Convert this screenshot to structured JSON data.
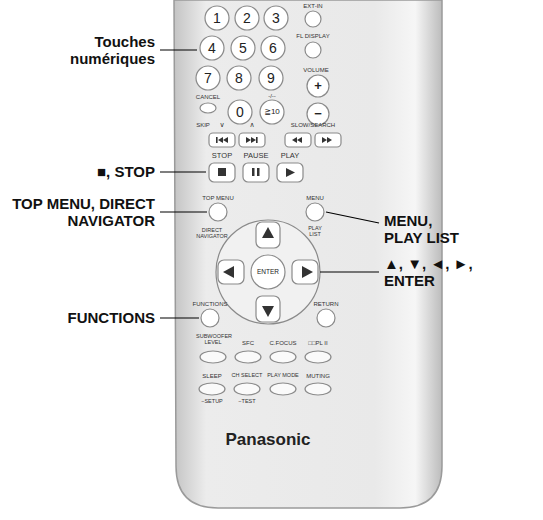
{
  "diagram": {
    "labels": [
      "1",
      "2",
      "3",
      "4",
      "5",
      "6",
      "7",
      "8",
      "9",
      "0",
      "-/--",
      "≧10",
      "CANCEL",
      "EXT-IN",
      "FL DISPLAY",
      "VOLUME",
      "+",
      "−",
      "SKIP",
      "∨",
      "∧",
      "SLOW/SEARCH",
      "STOP",
      "PAUSE",
      "PLAY",
      "TOP MENU",
      "DIRECT NAVIGATOR",
      "MENU",
      "PLAY LIST",
      "ENTER",
      "FUNCTIONS",
      "RETURN",
      "SUBWOOFER LEVEL",
      "SFC",
      "C.FOCUS",
      "□□PL II",
      "SLEEP",
      "CH SELECT",
      "PLAY MODE",
      "MUTING",
      "−SETUP",
      "−TEST",
      "Panasonic",
      "Touches numériques",
      "■, STOP",
      "TOP MENU, DIRECT NAVIGATOR",
      "FUNCTIONS",
      "MENU, PLAY LIST",
      "▲, ▼, ◄, ►, ENTER"
    ]
  }
}
